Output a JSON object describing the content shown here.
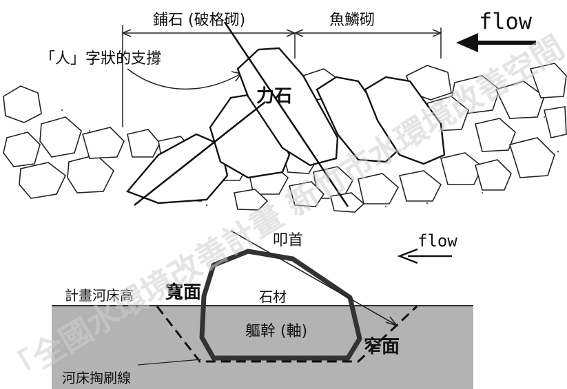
{
  "top_section": {
    "label_paving": "鋪石 (破格砌)",
    "label_fishscale": "魚鱗砌",
    "label_flow": "flow",
    "label_support": "「人」字狀的支撐",
    "label_force_stone": "力石"
  },
  "bottom_section": {
    "label_flow": "flow",
    "label_head": "叩首",
    "label_design_bed": "計畫河床高",
    "label_wide_face": "寬面",
    "label_stone": "石材",
    "label_body": "軀幹 (軸)",
    "label_narrow_face": "窄面",
    "label_scour_line": "河床掏刷線"
  },
  "watermark": {
    "text": "「全國水環境改善計畫 新竹市水環境改善空間"
  },
  "colors": {
    "riverbed": "#b3b3b3",
    "line": "#111111",
    "watermark": "#cfcfcf"
  }
}
